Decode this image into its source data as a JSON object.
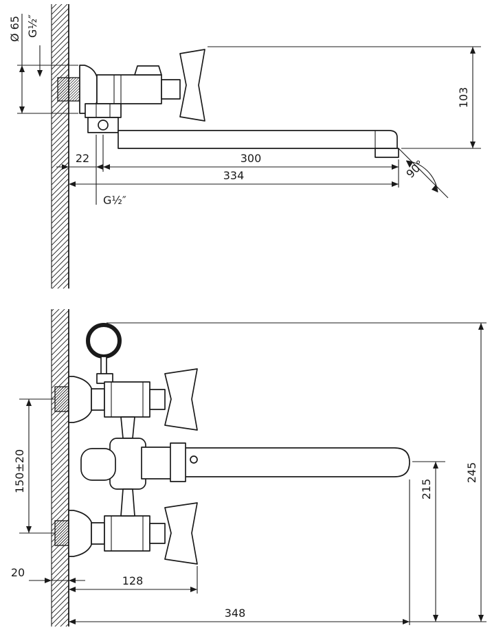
{
  "drawing": {
    "title": "wall-mounted-mixer-technical-drawing",
    "line_color": "#1a1a1a",
    "background_color": "#ffffff",
    "top_view": {
      "diameter_label": "Ø 65",
      "thread_top_label": "G½″",
      "height_103": "103",
      "offset_22": "22",
      "spout_300": "300",
      "reach_334": "334",
      "swivel_angle": "90°",
      "thread_bottom_label": "G½″"
    },
    "front_view": {
      "centers_150": "150±20",
      "height_215": "215",
      "height_245": "245",
      "wall_20": "20",
      "width_128": "128",
      "width_348": "348"
    }
  }
}
